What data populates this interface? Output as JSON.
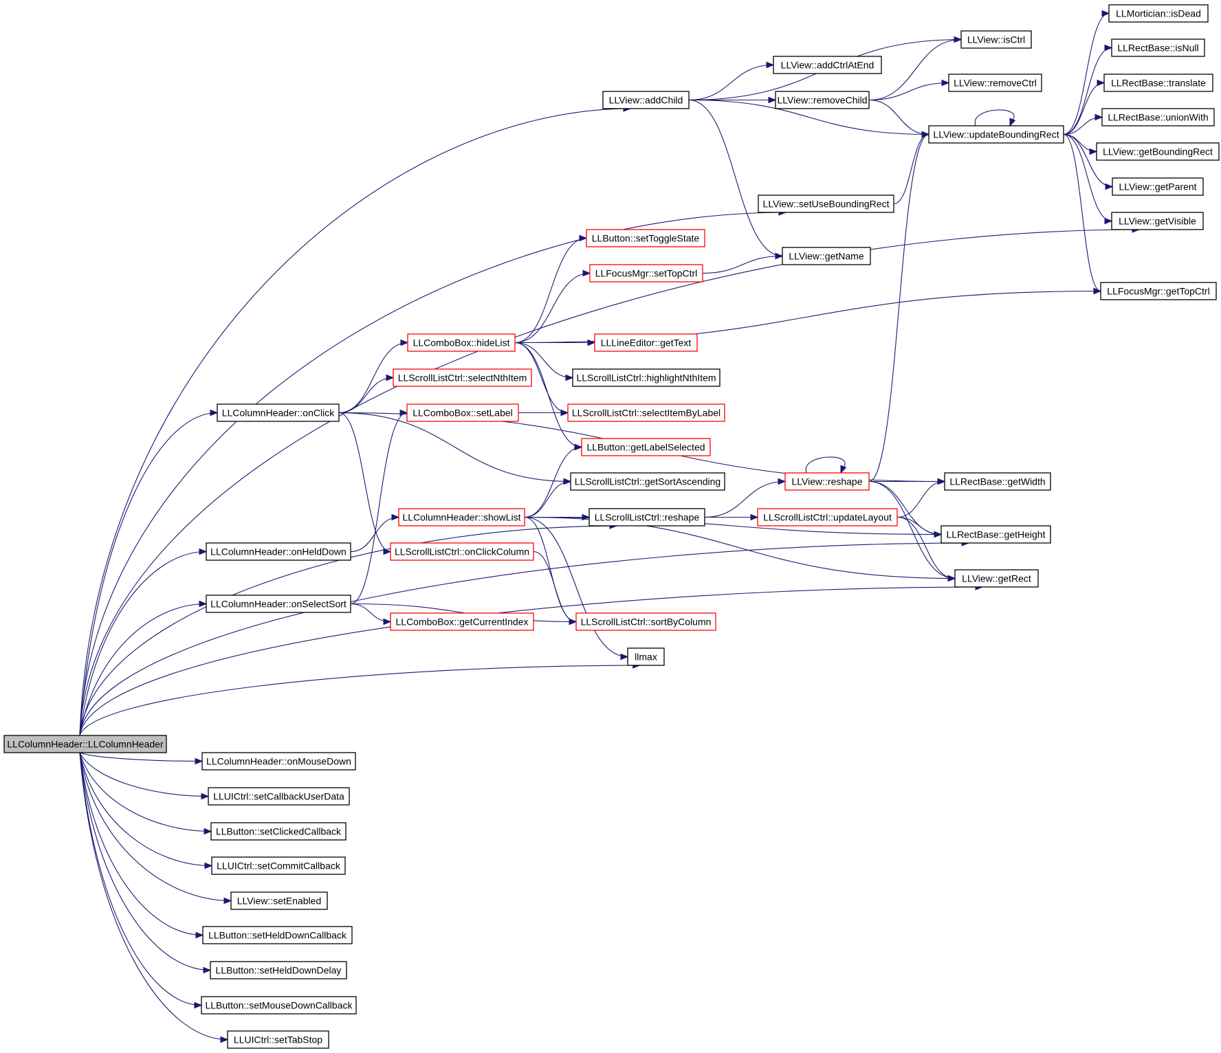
{
  "nodes": [
    {
      "id": "root",
      "label": "LLColumnHeader::LLColumnHeader",
      "style": "root"
    },
    {
      "id": "addChild",
      "label": "LLView::addChild",
      "style": "black"
    },
    {
      "id": "isCtrl",
      "label": "LLView::isCtrl",
      "style": "black"
    },
    {
      "id": "addCtrlAtEnd",
      "label": "LLView::addCtrlAtEnd",
      "style": "black"
    },
    {
      "id": "removeCtrl",
      "label": "LLView::removeCtrl",
      "style": "black"
    },
    {
      "id": "removeChild",
      "label": "LLView::removeChild",
      "style": "black"
    },
    {
      "id": "updateBoundingRect",
      "label": "LLView::updateBoundingRect",
      "style": "black"
    },
    {
      "id": "isDead",
      "label": "LLMortician::isDead",
      "style": "black"
    },
    {
      "id": "isNull",
      "label": "LLRectBase::isNull",
      "style": "black"
    },
    {
      "id": "translate",
      "label": "LLRectBase::translate",
      "style": "black"
    },
    {
      "id": "unionWith",
      "label": "LLRectBase::unionWith",
      "style": "black"
    },
    {
      "id": "getBoundingRect",
      "label": "LLView::getBoundingRect",
      "style": "black"
    },
    {
      "id": "getParent",
      "label": "LLView::getParent",
      "style": "black"
    },
    {
      "id": "getVisible",
      "label": "LLView::getVisible",
      "style": "black"
    },
    {
      "id": "setUseBoundingRect",
      "label": "LLView::setUseBoundingRect",
      "style": "black"
    },
    {
      "id": "getName",
      "label": "LLView::getName",
      "style": "black"
    },
    {
      "id": "fmGetTopCtrl",
      "label": "LLFocusMgr::getTopCtrl",
      "style": "black"
    },
    {
      "id": "setToggleState",
      "label": "LLButton::setToggleState",
      "style": "red"
    },
    {
      "id": "fmSetTopCtrl",
      "label": "LLFocusMgr::setTopCtrl",
      "style": "red"
    },
    {
      "id": "hideList",
      "label": "LLComboBox::hideList",
      "style": "red"
    },
    {
      "id": "getText",
      "label": "LLLineEditor::getText",
      "style": "red"
    },
    {
      "id": "selectNthItem",
      "label": "LLScrollListCtrl::selectNthItem",
      "style": "red"
    },
    {
      "id": "highlightNthItem",
      "label": "LLScrollListCtrl::highlightNthItem",
      "style": "black"
    },
    {
      "id": "onClick",
      "label": "LLColumnHeader::onClick",
      "style": "black"
    },
    {
      "id": "setLabel",
      "label": "LLComboBox::setLabel",
      "style": "red"
    },
    {
      "id": "selectItemByLabel",
      "label": "LLScrollListCtrl::selectItemByLabel",
      "style": "red"
    },
    {
      "id": "getLabelSelected",
      "label": "LLButton::getLabelSelected",
      "style": "red"
    },
    {
      "id": "getSortAscending",
      "label": "LLScrollListCtrl::getSortAscending",
      "style": "black"
    },
    {
      "id": "reshape",
      "label": "LLView::reshape",
      "style": "red"
    },
    {
      "id": "getWidth",
      "label": "LLRectBase::getWidth",
      "style": "black"
    },
    {
      "id": "showList",
      "label": "LLColumnHeader::showList",
      "style": "red"
    },
    {
      "id": "slcReshape",
      "label": "LLScrollListCtrl::reshape",
      "style": "black"
    },
    {
      "id": "updateLayout",
      "label": "LLScrollListCtrl::updateLayout",
      "style": "red"
    },
    {
      "id": "getHeight",
      "label": "LLRectBase::getHeight",
      "style": "black"
    },
    {
      "id": "onHeldDown",
      "label": "LLColumnHeader::onHeldDown",
      "style": "black"
    },
    {
      "id": "onClickColumn",
      "label": "LLScrollListCtrl::onClickColumn",
      "style": "red"
    },
    {
      "id": "getRect",
      "label": "LLView::getRect",
      "style": "black"
    },
    {
      "id": "onSelectSort",
      "label": "LLColumnHeader::onSelectSort",
      "style": "black"
    },
    {
      "id": "getCurrentIndex",
      "label": "LLComboBox::getCurrentIndex",
      "style": "red"
    },
    {
      "id": "sortByColumn",
      "label": "LLScrollListCtrl::sortByColumn",
      "style": "red"
    },
    {
      "id": "llmax",
      "label": "llmax",
      "style": "black"
    },
    {
      "id": "onMouseDown",
      "label": "LLColumnHeader::onMouseDown",
      "style": "black"
    },
    {
      "id": "setCallbackUserData",
      "label": "LLUICtrl::setCallbackUserData",
      "style": "black"
    },
    {
      "id": "setClickedCallback",
      "label": "LLButton::setClickedCallback",
      "style": "black"
    },
    {
      "id": "setCommitCallback",
      "label": "LLUICtrl::setCommitCallback",
      "style": "black"
    },
    {
      "id": "setEnabled",
      "label": "LLView::setEnabled",
      "style": "black"
    },
    {
      "id": "setHeldDownCallback",
      "label": "LLButton::setHeldDownCallback",
      "style": "black"
    },
    {
      "id": "setHeldDownDelay",
      "label": "LLButton::setHeldDownDelay",
      "style": "black"
    },
    {
      "id": "setMouseDownCallback",
      "label": "LLButton::setMouseDownCallback",
      "style": "black"
    },
    {
      "id": "setTabStop",
      "label": "LLUICtrl::setTabStop",
      "style": "black"
    }
  ],
  "edges": [
    [
      "root",
      "addChild"
    ],
    [
      "root",
      "setUseBoundingRect"
    ],
    [
      "root",
      "getVisible"
    ],
    [
      "root",
      "onClick"
    ],
    [
      "root",
      "slcReshape"
    ],
    [
      "root",
      "onHeldDown"
    ],
    [
      "root",
      "onSelectSort"
    ],
    [
      "root",
      "llmax"
    ],
    [
      "root",
      "getHeight"
    ],
    [
      "root",
      "getRect"
    ],
    [
      "root",
      "onMouseDown"
    ],
    [
      "root",
      "setCallbackUserData"
    ],
    [
      "root",
      "setClickedCallback"
    ],
    [
      "root",
      "setCommitCallback"
    ],
    [
      "root",
      "setEnabled"
    ],
    [
      "root",
      "setHeldDownCallback"
    ],
    [
      "root",
      "setHeldDownDelay"
    ],
    [
      "root",
      "setMouseDownCallback"
    ],
    [
      "root",
      "setTabStop"
    ],
    [
      "addChild",
      "isCtrl"
    ],
    [
      "addChild",
      "addCtrlAtEnd"
    ],
    [
      "addChild",
      "removeChild"
    ],
    [
      "addChild",
      "updateBoundingRect"
    ],
    [
      "addChild",
      "getName"
    ],
    [
      "removeChild",
      "isCtrl"
    ],
    [
      "removeChild",
      "removeCtrl"
    ],
    [
      "removeChild",
      "updateBoundingRect"
    ],
    [
      "updateBoundingRect",
      "isDead"
    ],
    [
      "updateBoundingRect",
      "isNull"
    ],
    [
      "updateBoundingRect",
      "translate"
    ],
    [
      "updateBoundingRect",
      "unionWith"
    ],
    [
      "updateBoundingRect",
      "getBoundingRect"
    ],
    [
      "updateBoundingRect",
      "getParent"
    ],
    [
      "updateBoundingRect",
      "getVisible"
    ],
    [
      "updateBoundingRect",
      "fmGetTopCtrl"
    ],
    [
      "updateBoundingRect",
      "updateBoundingRect"
    ],
    [
      "setUseBoundingRect",
      "updateBoundingRect"
    ],
    [
      "fmSetTopCtrl",
      "getName"
    ],
    [
      "hideList",
      "setToggleState"
    ],
    [
      "hideList",
      "fmSetTopCtrl"
    ],
    [
      "hideList",
      "getText"
    ],
    [
      "hideList",
      "highlightNthItem"
    ],
    [
      "hideList",
      "selectItemByLabel"
    ],
    [
      "hideList",
      "getLabelSelected"
    ],
    [
      "hideList",
      "fmGetTopCtrl"
    ],
    [
      "onClick",
      "hideList"
    ],
    [
      "onClick",
      "selectNthItem"
    ],
    [
      "onClick",
      "getWidth"
    ],
    [
      "onClick",
      "getSortAscending"
    ],
    [
      "onClick",
      "onClickColumn"
    ],
    [
      "setLabel",
      "selectItemByLabel"
    ],
    [
      "showList",
      "getLabelSelected"
    ],
    [
      "showList",
      "getSortAscending"
    ],
    [
      "showList",
      "slcReshape"
    ],
    [
      "showList",
      "getHeight"
    ],
    [
      "showList",
      "getRect"
    ],
    [
      "showList",
      "sortByColumn"
    ],
    [
      "showList",
      "llmax"
    ],
    [
      "slcReshape",
      "reshape"
    ],
    [
      "slcReshape",
      "updateLayout"
    ],
    [
      "reshape",
      "updateBoundingRect"
    ],
    [
      "reshape",
      "getWidth"
    ],
    [
      "reshape",
      "getHeight"
    ],
    [
      "reshape",
      "getRect"
    ],
    [
      "reshape",
      "reshape"
    ],
    [
      "updateLayout",
      "getWidth"
    ],
    [
      "updateLayout",
      "getHeight"
    ],
    [
      "updateLayout",
      "getRect"
    ],
    [
      "onHeldDown",
      "showList"
    ],
    [
      "onClickColumn",
      "sortByColumn"
    ],
    [
      "onSelectSort",
      "setLabel"
    ],
    [
      "onSelectSort",
      "getCurrentIndex"
    ],
    [
      "onSelectSort",
      "sortByColumn"
    ]
  ]
}
